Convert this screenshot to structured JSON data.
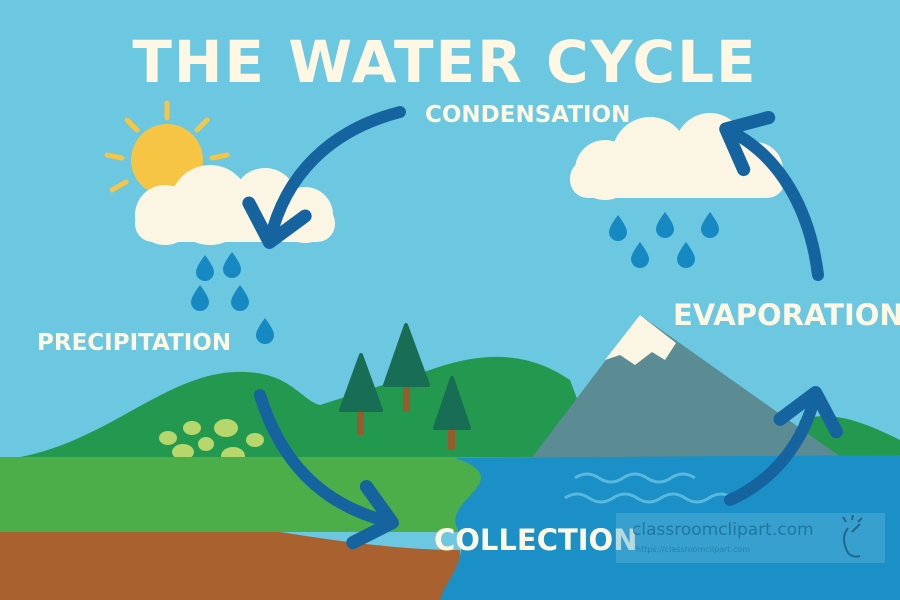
{
  "title": "THE WATER CYCLE",
  "labels": {
    "condensation": "CONDENSATION",
    "precipitation": "PRECIPITATION",
    "evaporation": "EVAPORATION",
    "collection": "COLLECTION"
  },
  "watermark": {
    "name": "classroomclipart.com",
    "url": "https://classroomclipart.com"
  },
  "colors": {
    "sky": "#6cc7e0",
    "text": "#fdf7e3",
    "arrow": "#15649f",
    "sun": "#f6c544",
    "cloud": "#fbf6e4",
    "raindrop": "#1688c2",
    "hill": "#22994e",
    "grass": "#4cae49",
    "soil": "#a8612f",
    "water": "#1a90c6",
    "mountain": "#5b8b93",
    "tree": "#186d55"
  }
}
